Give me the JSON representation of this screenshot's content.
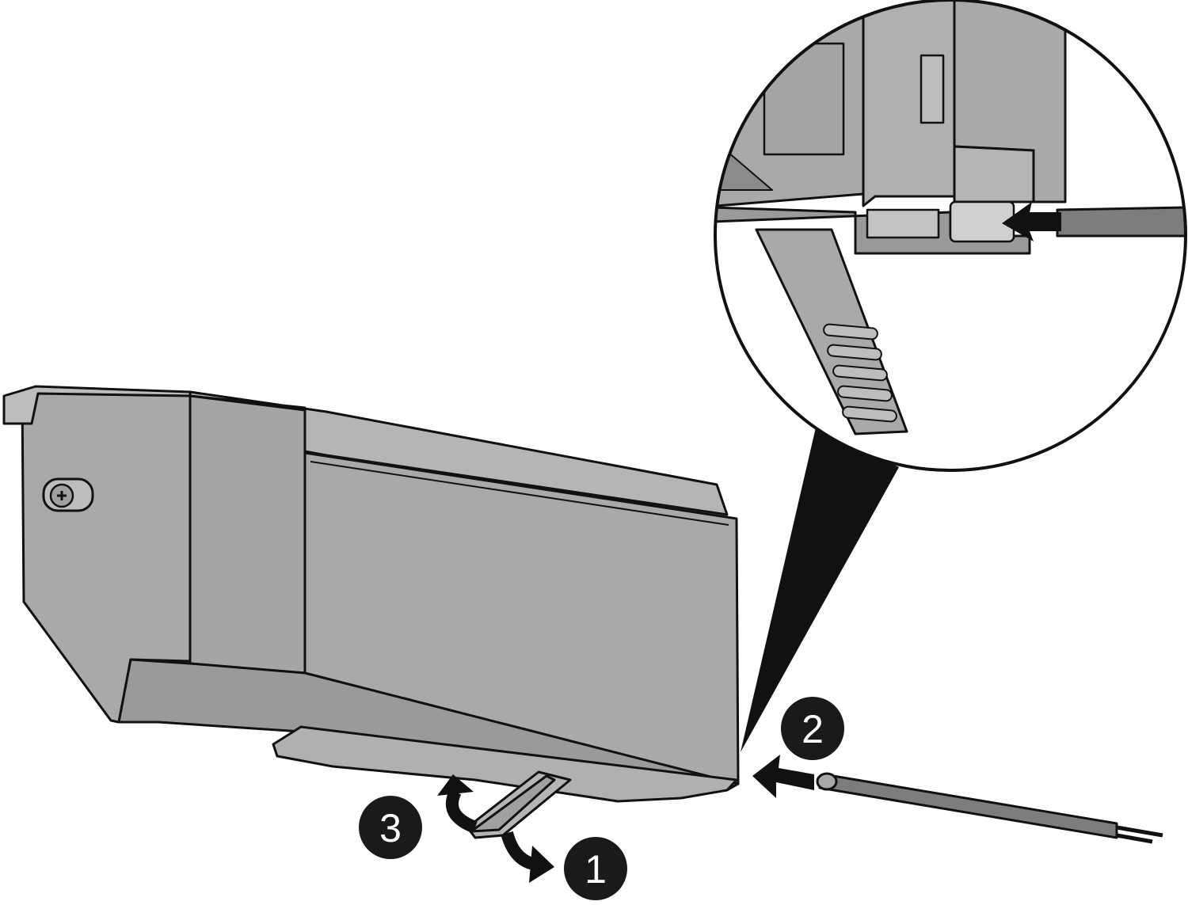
{
  "steps": {
    "step1": "1",
    "step2": "2",
    "step3": "3"
  },
  "colors": {
    "body_gray": "#a9a9a9",
    "light_gray": "#bdbdbd",
    "dark_gray": "#8c8c8c",
    "outline": "#111111",
    "badge": "#1a1a1a",
    "cable": "#7d7d7d"
  }
}
